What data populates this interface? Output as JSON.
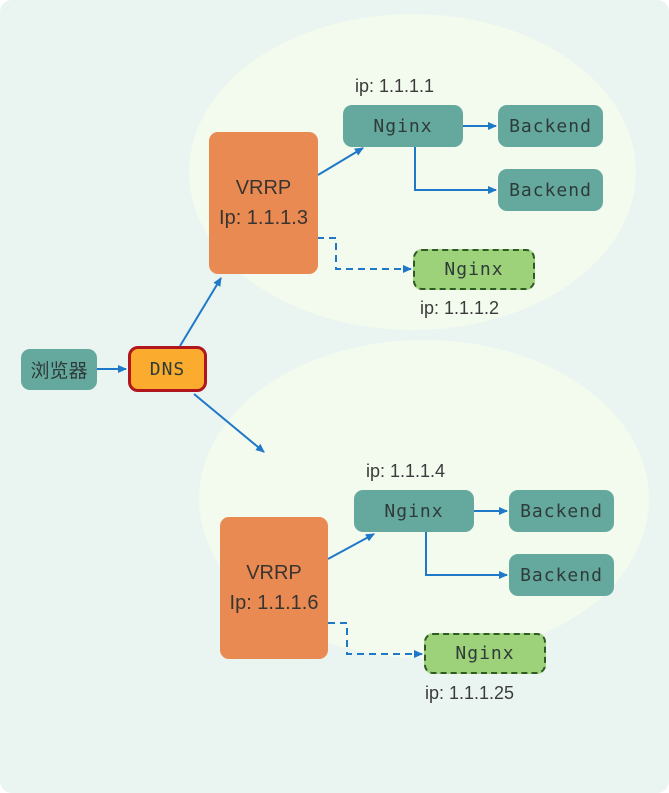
{
  "colors": {
    "background": "#eaf5f2",
    "cluster": "#f3fbee",
    "teal_node": "#65a99e",
    "vrrp_node": "#e98a52",
    "standby_node": "#9dd27b",
    "dns_fill": "#fbab2d",
    "dns_border": "#b1151d",
    "edge": "#1f78c8"
  },
  "browser": {
    "label": "浏览器"
  },
  "dns": {
    "label": "DNS"
  },
  "clusters": [
    {
      "vrrp": {
        "title": "VRRP",
        "ip": "Ip: 1.1.1.3"
      },
      "primary": {
        "label": "Nginx",
        "ip": "ip: 1.1.1.1"
      },
      "backends": [
        {
          "label": "Backend"
        },
        {
          "label": "Backend"
        }
      ],
      "standby": {
        "label": "Nginx",
        "ip": "ip: 1.1.1.2"
      }
    },
    {
      "vrrp": {
        "title": "VRRP",
        "ip": "Ip: 1.1.1.6"
      },
      "primary": {
        "label": "Nginx",
        "ip": "ip: 1.1.1.4"
      },
      "backends": [
        {
          "label": "Backend"
        },
        {
          "label": "Backend"
        }
      ],
      "standby": {
        "label": "Nginx",
        "ip": "ip: 1.1.1.25"
      }
    }
  ]
}
